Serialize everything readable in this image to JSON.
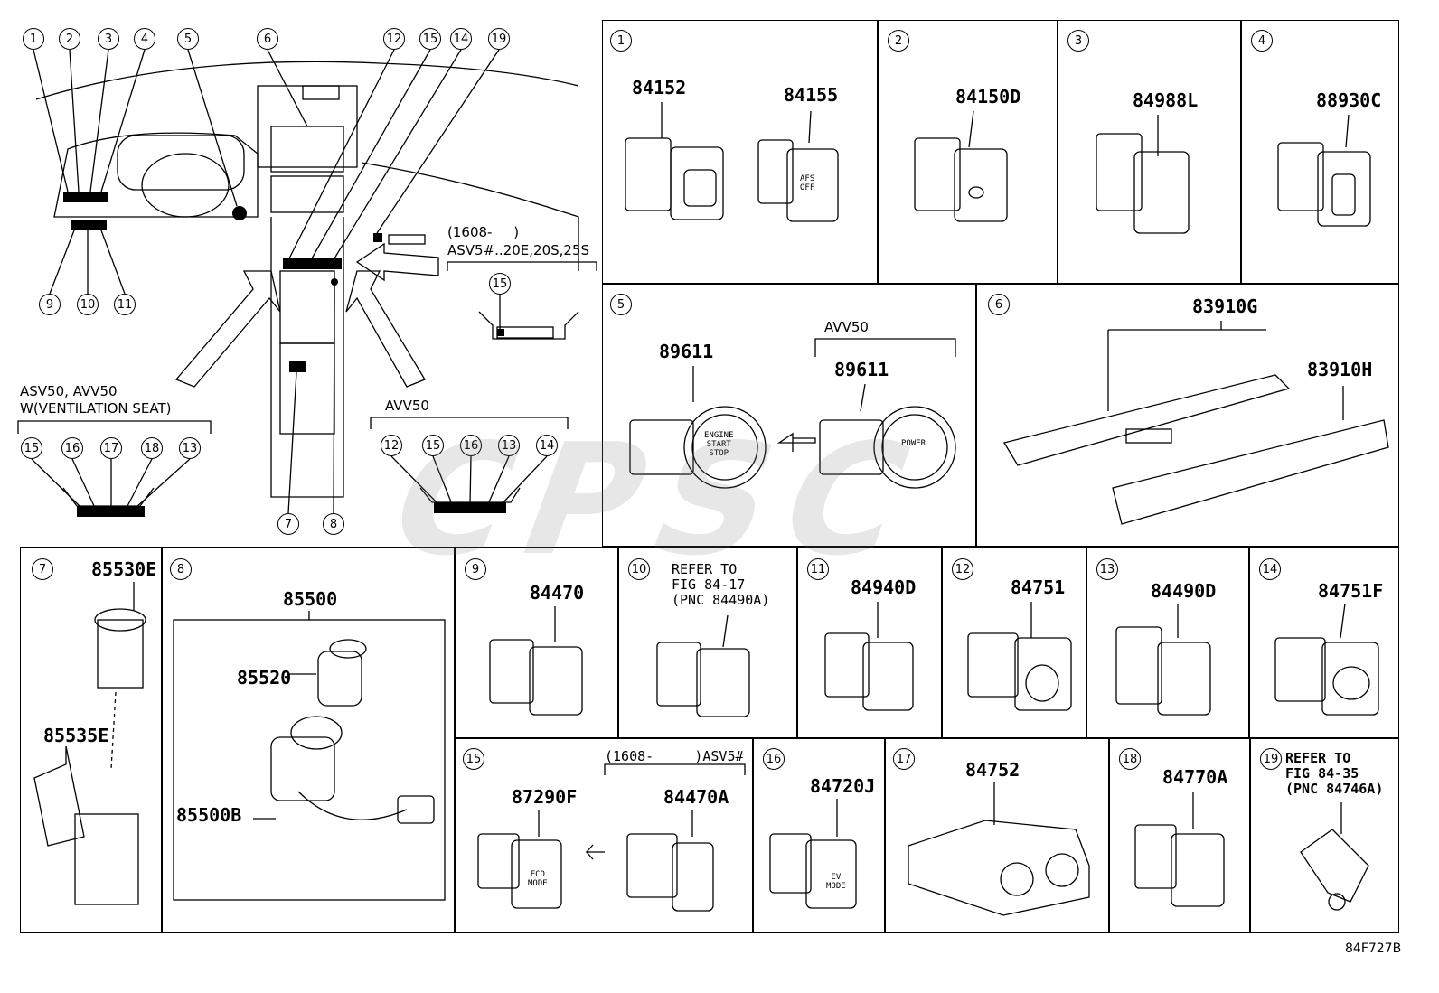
{
  "overview": {
    "callouts_top": [
      "1",
      "2",
      "3",
      "4",
      "5",
      "6",
      "12",
      "15",
      "14",
      "19"
    ],
    "callouts_bottom": [
      "9",
      "10",
      "11",
      "7",
      "8"
    ],
    "group_asv": {
      "title_1": "ASV50, AVV50",
      "title_2": "W(VENTILATION SEAT)",
      "callouts": [
        "15",
        "16",
        "17",
        "18",
        "13"
      ]
    },
    "group_avv": {
      "title": "AVV50",
      "callouts": [
        "12",
        "15",
        "16",
        "13",
        "14"
      ]
    },
    "group_1608": {
      "title_1": "(1608-     )",
      "title_2": "ASV5#..20E,20S,25S",
      "callouts": [
        "15"
      ]
    }
  },
  "cells": {
    "c1": {
      "num": "1",
      "parts": [
        "84152",
        "84155"
      ],
      "texts": [
        "AFS\nOFF"
      ]
    },
    "c2": {
      "num": "2",
      "parts": [
        "84150D"
      ]
    },
    "c3": {
      "num": "3",
      "parts": [
        "84988L"
      ]
    },
    "c4": {
      "num": "4",
      "parts": [
        "88930C"
      ]
    },
    "c5": {
      "num": "5",
      "variant": "AVV50",
      "parts": [
        "89611",
        "89611"
      ],
      "texts": [
        "ENGINE\nSTART\nSTOP",
        "POWER"
      ]
    },
    "c6": {
      "num": "6",
      "parts": [
        "83910G",
        "83910H"
      ]
    },
    "c7": {
      "num": "7",
      "parts": [
        "85530E",
        "85535E"
      ]
    },
    "c8": {
      "num": "8",
      "parts": [
        "85500",
        "85520",
        "85500B"
      ]
    },
    "c9": {
      "num": "9",
      "parts": [
        "84470"
      ]
    },
    "c10": {
      "num": "10",
      "note": "REFER TO\nFIG 84-17\n(PNC 84490A)"
    },
    "c11": {
      "num": "11",
      "parts": [
        "84940D"
      ]
    },
    "c12": {
      "num": "12",
      "parts": [
        "84751"
      ]
    },
    "c13": {
      "num": "13",
      "parts": [
        "84490D"
      ]
    },
    "c14": {
      "num": "14",
      "parts": [
        "84751F"
      ]
    },
    "c15": {
      "num": "15",
      "variant": "(1608-     )ASV5#",
      "parts": [
        "87290F",
        "84470A"
      ],
      "texts": [
        "ECO\nMODE"
      ]
    },
    "c16": {
      "num": "16",
      "parts": [
        "84720J"
      ],
      "texts": [
        "EV\nMODE"
      ]
    },
    "c17": {
      "num": "17",
      "parts": [
        "84752"
      ]
    },
    "c18": {
      "num": "18",
      "parts": [
        "84770A"
      ]
    },
    "c19": {
      "num": "19",
      "note": "REFER TO\nFIG 84-35\n(PNC 84746A)"
    }
  },
  "figure_id": "84F727B"
}
